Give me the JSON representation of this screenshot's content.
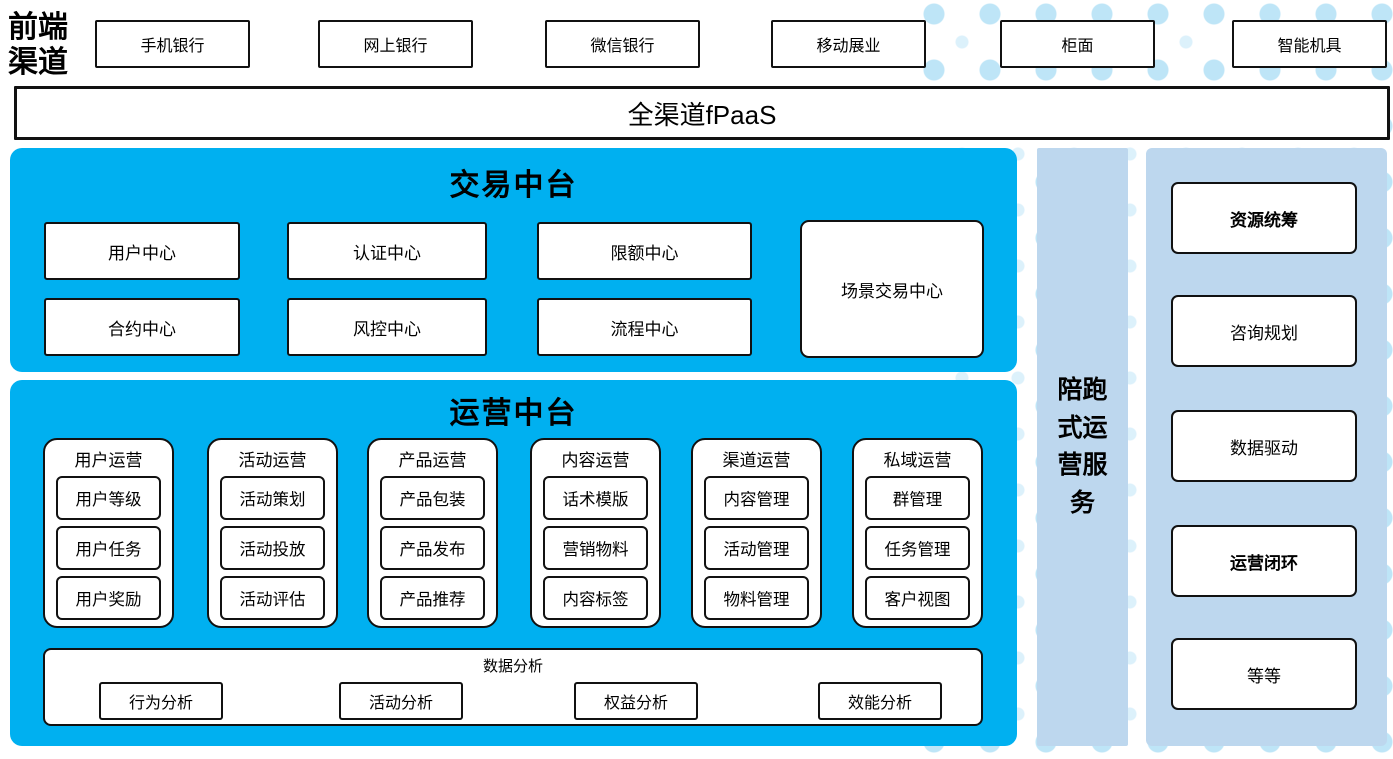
{
  "front_channels": {
    "label": "前端渠道",
    "items": [
      "手机银行",
      "网上银行",
      "微信银行",
      "移动展业",
      "柜面",
      "智能机具"
    ]
  },
  "fpaas_bar": {
    "label": "全渠道fPaaS"
  },
  "transaction_platform": {
    "title": "交易中台",
    "row1": [
      "用户中心",
      "认证中心",
      "限额中心"
    ],
    "row2": [
      "合约中心",
      "风控中心",
      "流程中心"
    ],
    "scene_box": "场景交易中心"
  },
  "operation_platform": {
    "title": "运营中台",
    "columns": [
      {
        "header": "用户运营",
        "items": [
          "用户等级",
          "用户任务",
          "用户奖励"
        ]
      },
      {
        "header": "活动运营",
        "items": [
          "活动策划",
          "活动投放",
          "活动评估"
        ]
      },
      {
        "header": "产品运营",
        "items": [
          "产品包装",
          "产品发布",
          "产品推荐"
        ]
      },
      {
        "header": "内容运营",
        "items": [
          "话术模版",
          "营销物料",
          "内容标签"
        ]
      },
      {
        "header": "渠道运营",
        "items": [
          "内容管理",
          "活动管理",
          "物料管理"
        ]
      },
      {
        "header": "私域运营",
        "items": [
          "群管理",
          "任务管理",
          "客户视图"
        ]
      }
    ],
    "data_analysis": {
      "title": "数据分析",
      "items": [
        "行为分析",
        "活动分析",
        "权益分析",
        "效能分析"
      ]
    }
  },
  "companion_strip": {
    "label": "陪跑式运营服务"
  },
  "right_panel": {
    "items": [
      "资源统筹",
      "咨询规划",
      "数据驱动",
      "运营闭环",
      "等等"
    ]
  },
  "colors": {
    "platform_blue": "#00B0F0",
    "panel_light_blue": "#BDD7EE",
    "dot_blue": "#BEE5F7",
    "border_black": "#111111"
  }
}
